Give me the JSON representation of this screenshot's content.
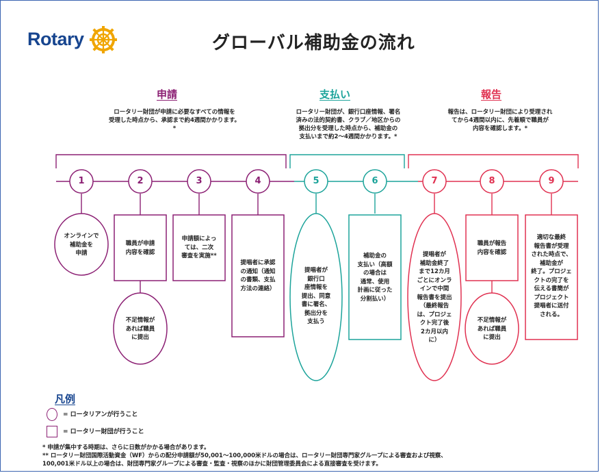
{
  "header": {
    "logo_text": "Rotary",
    "title": "グローバル補助金の流れ"
  },
  "colors": {
    "application": "#8b1f73",
    "payment": "#1ba39a",
    "report": "#e03050",
    "brand_blue": "#17458f",
    "logo_gold": "#f0a500"
  },
  "phases": {
    "application": {
      "heading": "申請",
      "description": [
        "ロータリー財団が申請に必要なすべての情報を",
        "受理した時点から、承認まで約4週間かかります。",
        "*"
      ]
    },
    "payment": {
      "heading": "支払い",
      "description": [
        "ロータリー財団が、銀行口座情報、署名",
        "済みの法的契約書、クラブ／地区からの",
        "拠出分を受理した時点から、補助金の",
        "支払いまで約2～4週間かかります。*"
      ]
    },
    "report": {
      "heading": "報告",
      "description": [
        "報告は、ロータリー財団により受理され",
        "てから4週間以内に、先着順で職員が",
        "内容を確認します。*"
      ]
    }
  },
  "steps": [
    {
      "number": "1",
      "text": [
        "オンラインで",
        "補助金を",
        "申請"
      ]
    },
    {
      "number": "2",
      "text": [
        "職員が申請",
        "内容を確認"
      ],
      "sub_text": [
        "不足情報が",
        "あれば職員",
        "に提出"
      ]
    },
    {
      "number": "3",
      "text": [
        "申請額によっ",
        "ては、二次",
        "審査を実施**"
      ]
    },
    {
      "number": "4",
      "text": [
        "提唱者に承認",
        "の通知（通知",
        "の書類、支払",
        "方法の連絡）"
      ]
    },
    {
      "number": "5",
      "text": [
        "提唱者が",
        "銀行口",
        "座情報を",
        "提出、同意",
        "書に署名、",
        "拠出分を",
        "支払う"
      ]
    },
    {
      "number": "6",
      "text": [
        "補助金の",
        "支払い（高額",
        "の場合は",
        "通常、使用",
        "計画に従った",
        "分割払い）"
      ]
    },
    {
      "number": "7",
      "text": [
        "提唱者が",
        "補助金終了",
        "まで12カ月",
        "ごとにオンラ",
        "インで中間",
        "報告書を提出",
        "（最終報告",
        "は、プロジェ",
        "クト完了後",
        "2カ月以内",
        "に）"
      ]
    },
    {
      "number": "8",
      "text": [
        "職員が報告",
        "内容を確認"
      ],
      "sub_text": [
        "不足情報が",
        "あれば職員",
        "に提出"
      ]
    },
    {
      "number": "9",
      "text": [
        "適切な最終",
        "報告書が受理",
        "された時点で、",
        "補助金が",
        "終了。プロジェ",
        "クトの完了を",
        "伝える書簡が",
        "プロジェクト",
        "提唱者に送付",
        "される。"
      ]
    }
  ],
  "legend": {
    "title": "凡例",
    "rotarian": "= ロータリアンが行うこと",
    "foundation": "= ロータリー財団が行うこと"
  },
  "footnotes": [
    "* 申請が集中する時期は、さらに日数がかかる場合があります。",
    "** ロータリー財団国際活動資金（WF）からの配分申請額が50,001～100,000米ドルの場合は、ロータリー財団専門家グループによる審査および視察、",
    "100,001米ドル以上の場合は、財団専門家グループによる審査・監査・視察のほかに財団管理委員会による直接審査を受けます。"
  ]
}
